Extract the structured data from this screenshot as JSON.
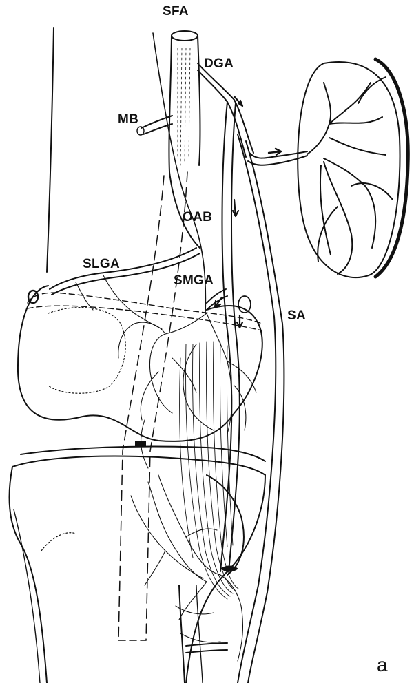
{
  "figure": {
    "labels": {
      "sfa": "SFA",
      "dga": "DGA",
      "mb": "MB",
      "oab": "OAB",
      "slga": "SLGA",
      "smga": "SMGA",
      "sa": "SA",
      "panel": "a"
    },
    "colors": {
      "ink": "#111111",
      "paper": "#ffffff"
    }
  }
}
